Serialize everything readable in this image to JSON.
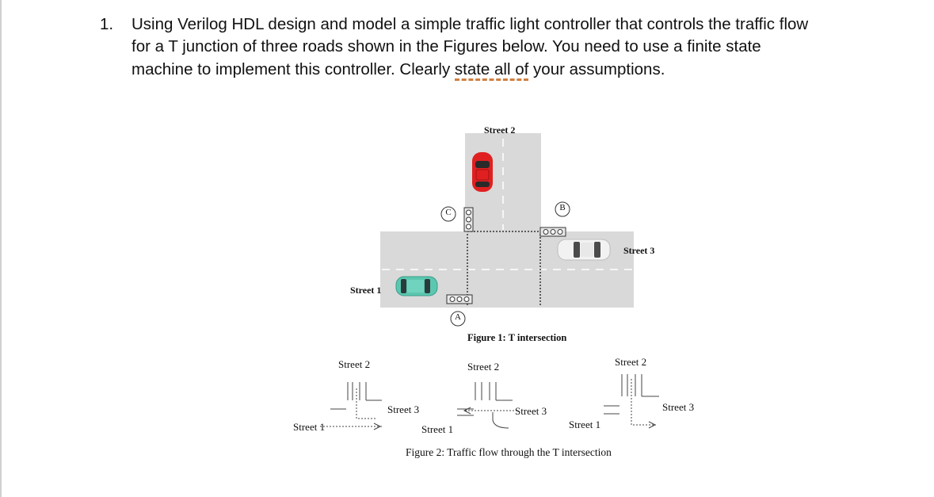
{
  "question": {
    "number": "1.",
    "line1": "Using Verilog HDL design and model a simple traffic light controller that controls the traffic flow",
    "line2": "for a T junction of three roads shown in the Figures below. You need to use a finite state",
    "line3_before": "machine to implement this controller. Clearly ",
    "line3_underlined": "state all of",
    "line3_after": " your assumptions."
  },
  "figure1": {
    "caption": "Figure 1: T intersection",
    "street_top": "Street 2",
    "street_right": "Street 3",
    "street_left": "Street 1",
    "light_a": "A",
    "light_b": "B",
    "light_c": "C"
  },
  "figure2": {
    "caption": "Figure 2: Traffic flow through the T intersection",
    "panel1": {
      "top": "Street 2",
      "right": "Street 3",
      "left": "Street 1"
    },
    "panel2": {
      "top": "Street 2",
      "right": "Street 3",
      "left": "Street 1"
    },
    "panel3": {
      "top": "Street 2",
      "right": "Street 3",
      "left": "Street 1"
    }
  },
  "colors": {
    "road": "#d9d9d9",
    "car_red": "#e02020",
    "car_teal": "#5cc7b0",
    "car_white": "#f2f2f2"
  }
}
